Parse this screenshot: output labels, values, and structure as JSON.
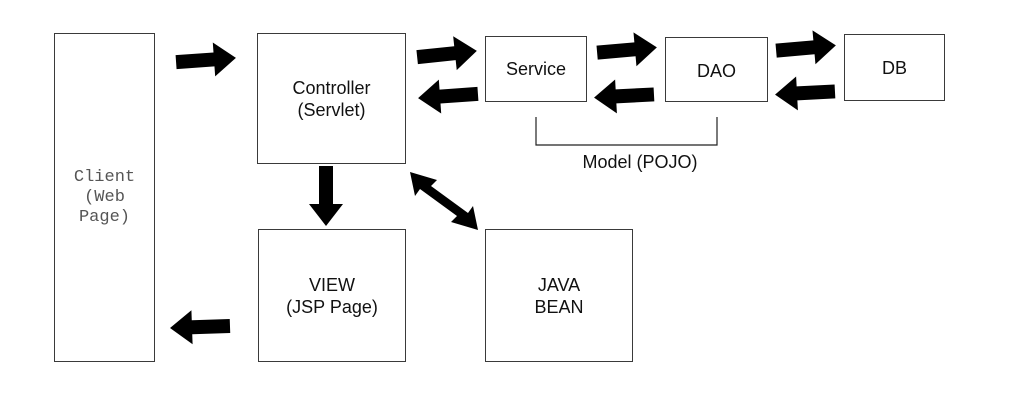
{
  "nodes": {
    "client": "Client\n(Web\nPage)",
    "controller": "Controller\n(Servlet)",
    "service": "Service",
    "dao": "DAO",
    "db": "DB",
    "view": "VIEW\n(JSP Page)",
    "bean": "JAVA\nBEAN"
  },
  "model_label": "Model (POJO)",
  "colors": {
    "arrow": "#000000",
    "border": "#3a3a3a",
    "text": "#111111"
  }
}
